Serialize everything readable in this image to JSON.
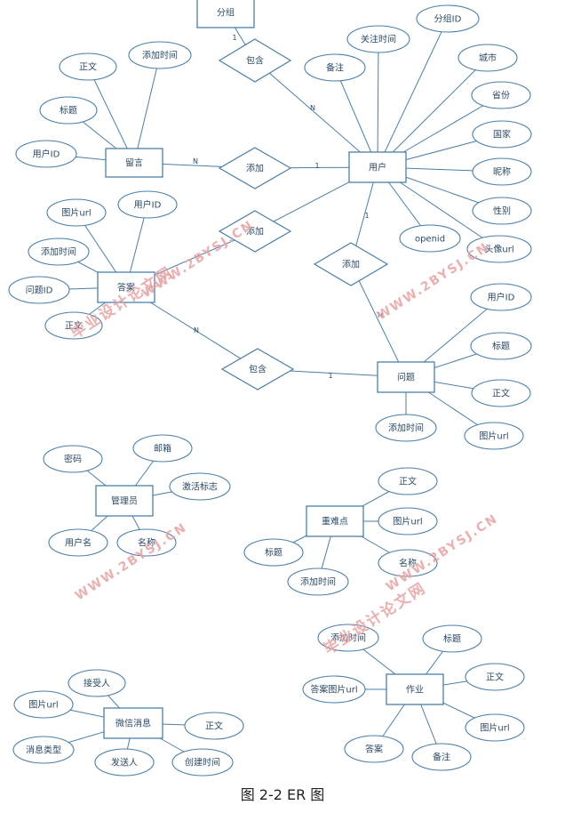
{
  "caption": "图 2-2 ER 图",
  "watermarks": [
    "毕业设计论文网",
    "WWW.2BYSJ.CN"
  ],
  "entities": [
    {
      "id": "group",
      "label": "分组"
    },
    {
      "id": "user",
      "label": "用户"
    },
    {
      "id": "message",
      "label": "留言"
    },
    {
      "id": "answer",
      "label": "答案"
    },
    {
      "id": "question",
      "label": "问题"
    },
    {
      "id": "admin",
      "label": "管理员"
    },
    {
      "id": "knowledge",
      "label": "重难点"
    },
    {
      "id": "wechat",
      "label": "微信消息"
    },
    {
      "id": "homework",
      "label": "作业"
    }
  ],
  "relationships": [
    {
      "id": "r-contain-group",
      "label": "包含"
    },
    {
      "id": "r-add-message",
      "label": "添加"
    },
    {
      "id": "r-add-answer",
      "label": "添加"
    },
    {
      "id": "r-add-question",
      "label": "添加"
    },
    {
      "id": "r-contain-question",
      "label": "包含"
    }
  ],
  "cardinalities": [
    {
      "id": "c1",
      "text": "1"
    },
    {
      "id": "c2",
      "text": "N"
    },
    {
      "id": "c3",
      "text": "N"
    },
    {
      "id": "c4",
      "text": "1"
    },
    {
      "id": "c5",
      "text": "1"
    },
    {
      "id": "c6",
      "text": "N"
    },
    {
      "id": "c7",
      "text": "N"
    },
    {
      "id": "c8",
      "text": "1"
    }
  ],
  "attributes": [
    {
      "id": "u-follow-time",
      "label": "关注时间"
    },
    {
      "id": "u-group-id",
      "label": "分组ID"
    },
    {
      "id": "u-remark",
      "label": "备注"
    },
    {
      "id": "u-city",
      "label": "城市"
    },
    {
      "id": "u-province",
      "label": "省份"
    },
    {
      "id": "u-country",
      "label": "国家"
    },
    {
      "id": "u-nickname",
      "label": "昵称"
    },
    {
      "id": "u-gender",
      "label": "性别"
    },
    {
      "id": "u-avatar",
      "label": "头像url"
    },
    {
      "id": "u-openid",
      "label": "openid"
    },
    {
      "id": "m-body",
      "label": "正文"
    },
    {
      "id": "m-added",
      "label": "添加时间"
    },
    {
      "id": "m-title",
      "label": "标题"
    },
    {
      "id": "m-userid",
      "label": "用户ID"
    },
    {
      "id": "a-img",
      "label": "图片url"
    },
    {
      "id": "a-userid",
      "label": "用户ID"
    },
    {
      "id": "a-added",
      "label": "添加时间"
    },
    {
      "id": "a-qid",
      "label": "问题ID"
    },
    {
      "id": "a-body",
      "label": "正文"
    },
    {
      "id": "q-userid",
      "label": "用户ID"
    },
    {
      "id": "q-title",
      "label": "标题"
    },
    {
      "id": "q-body",
      "label": "正文"
    },
    {
      "id": "q-img",
      "label": "图片url"
    },
    {
      "id": "q-added",
      "label": "添加时间"
    },
    {
      "id": "ad-password",
      "label": "密码"
    },
    {
      "id": "ad-email",
      "label": "邮箱"
    },
    {
      "id": "ad-active",
      "label": "激活标志"
    },
    {
      "id": "ad-username",
      "label": "用户名"
    },
    {
      "id": "ad-name",
      "label": "名称"
    },
    {
      "id": "k-body",
      "label": "正文"
    },
    {
      "id": "k-img",
      "label": "图片url"
    },
    {
      "id": "k-title",
      "label": "标题"
    },
    {
      "id": "k-added",
      "label": "添加时间"
    },
    {
      "id": "k-name",
      "label": "名称"
    },
    {
      "id": "w-receiver",
      "label": "接受人"
    },
    {
      "id": "w-img",
      "label": "图片url"
    },
    {
      "id": "w-type",
      "label": "消息类型"
    },
    {
      "id": "w-sender",
      "label": "发送人"
    },
    {
      "id": "w-created",
      "label": "创建时间"
    },
    {
      "id": "w-body",
      "label": "正文"
    },
    {
      "id": "h-added",
      "label": "添加时间"
    },
    {
      "id": "h-title",
      "label": "标题"
    },
    {
      "id": "h-body",
      "label": "正文"
    },
    {
      "id": "h-answer-img",
      "label": "答案图片url"
    },
    {
      "id": "h-img",
      "label": "图片url"
    },
    {
      "id": "h-answer",
      "label": "答案"
    },
    {
      "id": "h-remark",
      "label": "备注"
    }
  ]
}
